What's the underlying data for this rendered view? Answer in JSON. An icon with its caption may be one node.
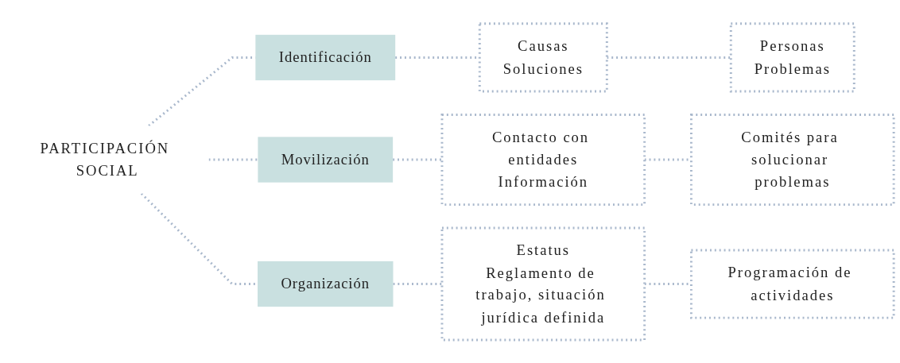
{
  "diagram": {
    "nodes": [
      {
        "text": [
          "PARTICIPACIÓN SOCIAL"
        ]
      },
      {
        "text": [
          "Identificación"
        ]
      },
      {
        "text": [
          "Causas",
          "Soluciones"
        ]
      },
      {
        "text": [
          "Personas",
          "Problemas"
        ]
      },
      {
        "text": [
          "Movilización"
        ]
      },
      {
        "text": [
          "Contacto con entidades",
          "Información"
        ]
      },
      {
        "text": [
          "Comités para solucionar problemas"
        ]
      },
      {
        "text": [
          "Organización"
        ]
      },
      {
        "text": [
          "Estatus",
          "Reglamento de trabajo, situación jurídica definida"
        ]
      },
      {
        "text": [
          "Programación de actividades"
        ]
      }
    ],
    "edges": [
      {
        "from": 0,
        "to": 1,
        "arrow": "none",
        "style": "dashed"
      },
      {
        "from": 0,
        "to": 4,
        "arrow": "none",
        "style": "dashed"
      },
      {
        "from": 0,
        "to": 7,
        "arrow": "none",
        "style": "dashed"
      },
      {
        "from": 1,
        "to": 2,
        "arrow": "none",
        "style": "dashed"
      },
      {
        "from": 2,
        "to": 3,
        "arrow": "none",
        "style": "dashed"
      },
      {
        "from": 4,
        "to": 5,
        "arrow": "none",
        "style": "dashed"
      },
      {
        "from": 5,
        "to": 6,
        "arrow": "none",
        "style": "dashed"
      },
      {
        "from": 7,
        "to": 8,
        "arrow": "none",
        "style": "dashed"
      },
      {
        "from": 8,
        "to": 9,
        "arrow": "none",
        "style": "dashed"
      }
    ]
  }
}
